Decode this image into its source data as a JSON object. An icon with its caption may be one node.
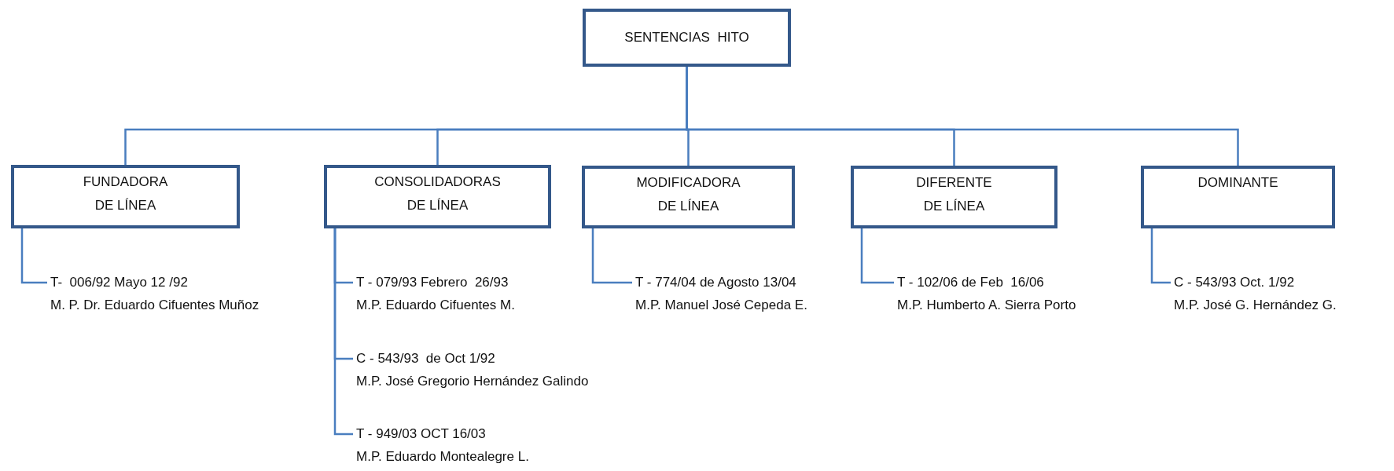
{
  "diagram": {
    "nodes": [
      {
        "text": [
          "SENTENCIAS  HITO"
        ]
      },
      {
        "text": [
          "FUNDADORA",
          "DE LÍNEA"
        ]
      },
      {
        "text": [
          "CONSOLIDADORAS",
          "DE LÍNEA"
        ]
      },
      {
        "text": [
          "MODIFICADORA",
          "DE LÍNEA"
        ]
      },
      {
        "text": [
          "DIFERENTE",
          "DE LÍNEA"
        ]
      },
      {
        "text": [
          "DOMINANTE"
        ]
      },
      {
        "text": [
          "T-  006/92 Mayo 12 /92",
          "M. P. Dr. Eduardo Cifuentes Muñoz"
        ]
      },
      {
        "text": [
          "T - 079/93 Febrero  26/93",
          "M.P. Eduardo Cifuentes M."
        ]
      },
      {
        "text": [
          "C - 543/93  de Oct 1/92",
          "M.P. José Gregorio Hernández Galindo"
        ]
      },
      {
        "text": [
          "T - 949/03 OCT 16/03",
          "M.P. Eduardo Montealegre L."
        ]
      },
      {
        "text": [
          "T - 774/04 de Agosto 13/04",
          "M.P. Manuel José Cepeda E."
        ]
      },
      {
        "text": [
          "T - 102/06 de Feb  16/06",
          "M.P. Humberto A. Sierra Porto"
        ]
      },
      {
        "text": [
          "C - 543/93 Oct. 1/92",
          "M.P. José G. Hernández G."
        ]
      }
    ],
    "edges": [
      {
        "from": 0,
        "to": 1,
        "arrow": "none"
      },
      {
        "from": 0,
        "to": 2,
        "arrow": "none"
      },
      {
        "from": 0,
        "to": 3,
        "arrow": "none"
      },
      {
        "from": 0,
        "to": 4,
        "arrow": "none"
      },
      {
        "from": 0,
        "to": 5,
        "arrow": "none"
      },
      {
        "from": 1,
        "to": 6,
        "arrow": "none"
      },
      {
        "from": 2,
        "to": 7,
        "arrow": "none"
      },
      {
        "from": 2,
        "to": 8,
        "arrow": "none"
      },
      {
        "from": 2,
        "to": 9,
        "arrow": "none"
      },
      {
        "from": 3,
        "to": 10,
        "arrow": "none"
      },
      {
        "from": 4,
        "to": 11,
        "arrow": "none"
      },
      {
        "from": 5,
        "to": 12,
        "arrow": "none"
      }
    ]
  }
}
